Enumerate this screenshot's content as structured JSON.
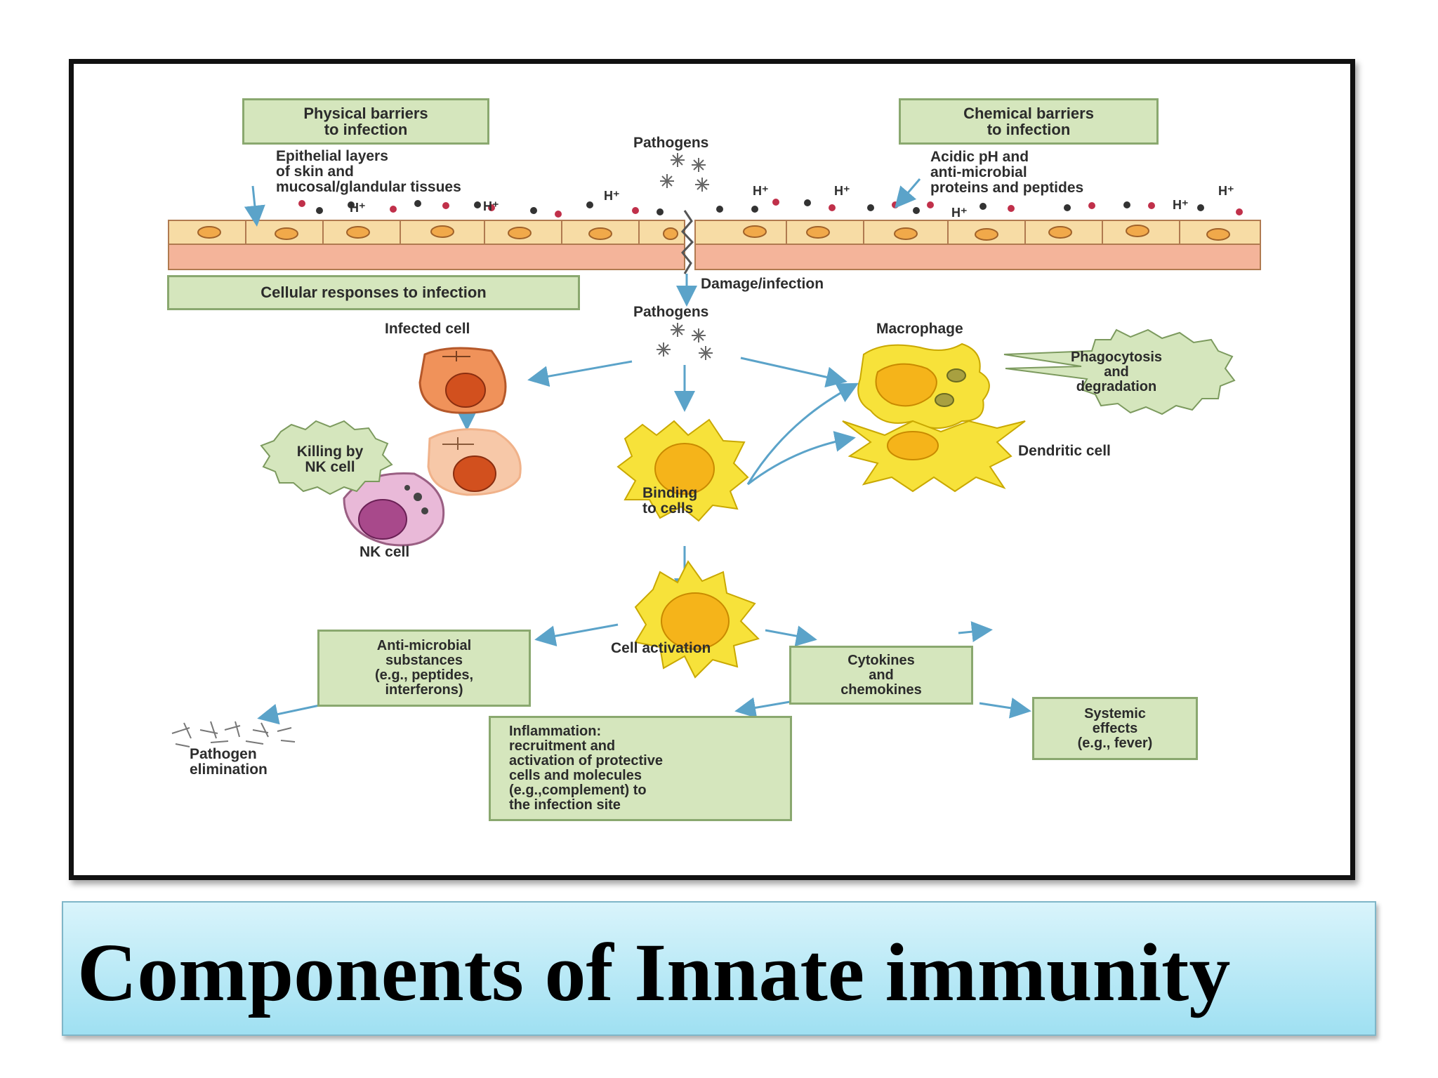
{
  "slide_title": "Components of Innate immunity",
  "boxes": {
    "physical_barriers": "Physical barriers\nto infection",
    "chemical_barriers": "Chemical barriers\nto infection",
    "cellular_responses": "Cellular responses to infection",
    "anti_microbial": "Anti-microbial\nsubstances\n(e.g., peptides,\ninterferons)",
    "cytokines": "Cytokines\nand\nchemokines",
    "systemic": "Systemic\neffects\n(e.g., fever)",
    "inflammation": "Inflammation:\nrecruitment and\nactivation of protective\ncells and molecules\n(e.g.,complement) to\nthe infection site"
  },
  "labels": {
    "epithelial": "Epithelial layers\nof skin and\nmucosal/glandular tissues",
    "pathogens_top": "Pathogens",
    "acidic": "Acidic pH and\nanti-microbial\nproteins and peptides",
    "damage": "Damage/infection",
    "pathogens_mid": "Pathogens",
    "infected_cell": "Infected cell",
    "macrophage": "Macrophage",
    "dendritic_cell": "Dendritic cell",
    "nk_cell": "NK cell",
    "binding": "Binding\nto cells",
    "cell_activation": "Cell activation",
    "pathogen_elimination": "Pathogen\nelimination",
    "h_plus": "H⁺"
  },
  "bursts": {
    "phagocytosis": "Phagocytosis\nand\ndegradation",
    "killing_nk": "Killing by\nNK cell"
  },
  "colors": {
    "box_fill": "#d5e6bd",
    "box_border": "#8aa86f",
    "arrow": "#5ba3c9",
    "epithelium_top": "#f7dca5",
    "epithelium_bottom": "#f4b49a",
    "cell_yellow": "#f7e23a",
    "title_bg": "#b5e9f6"
  }
}
